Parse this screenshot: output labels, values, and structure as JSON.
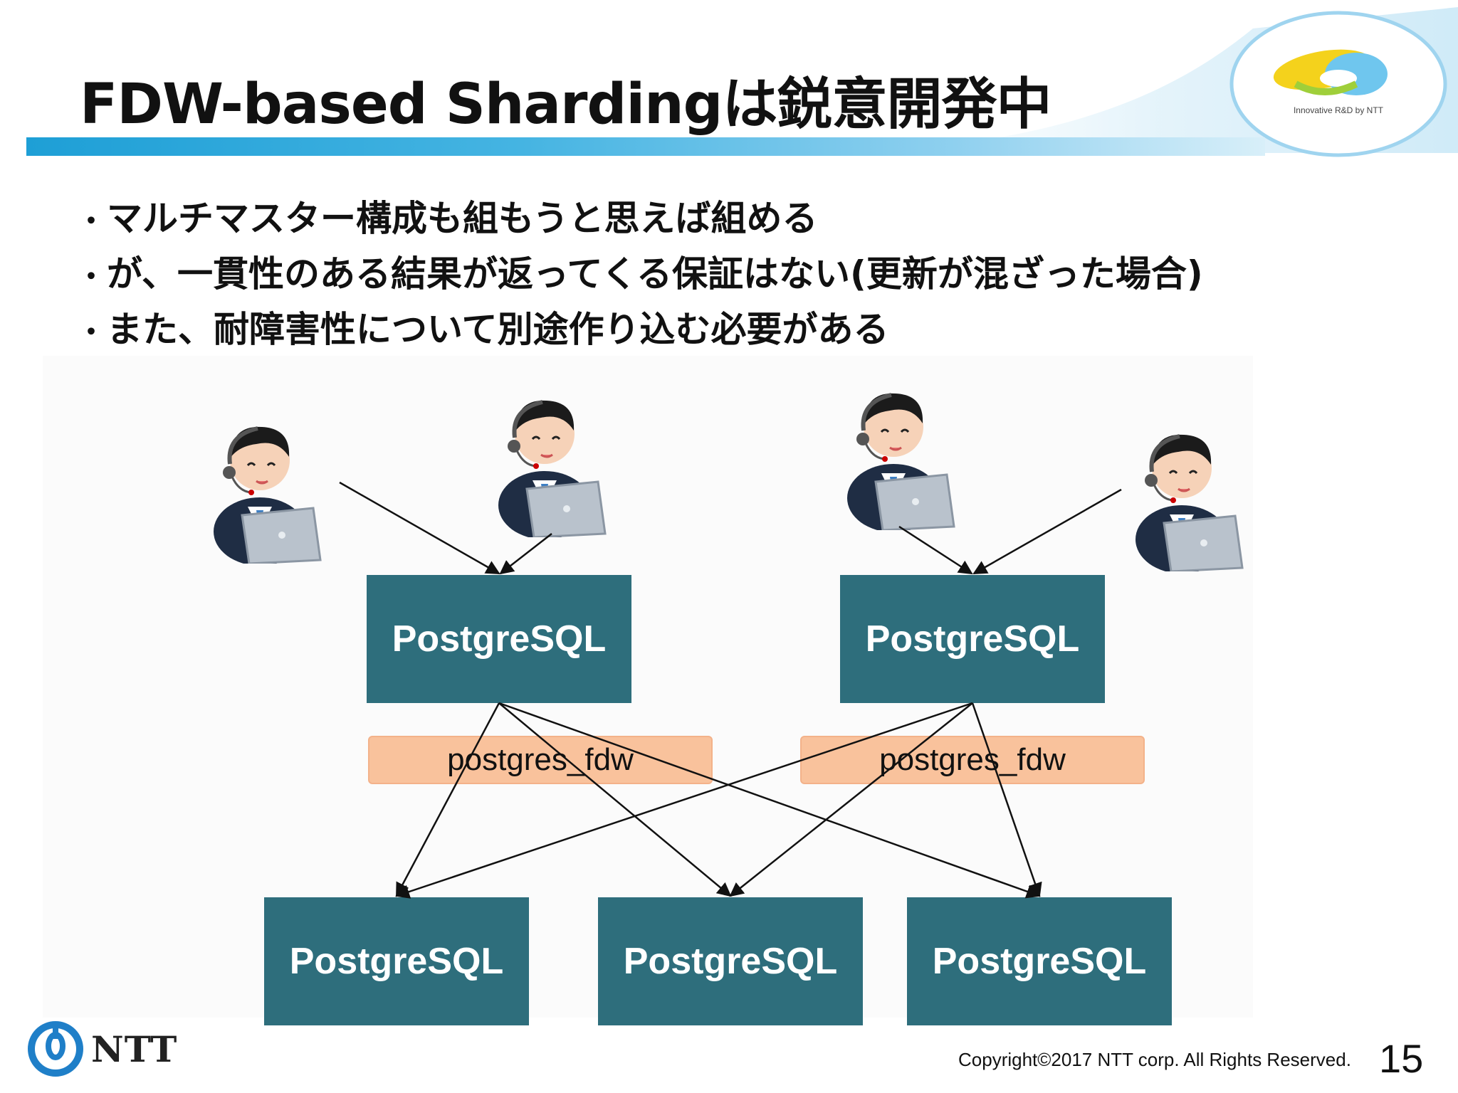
{
  "header": {
    "title": "FDW-based Shardingは鋭意開発中",
    "badge_text": "Innovative R&D by NTT"
  },
  "bullets": [
    "マルチマスター構成も組もうと思えば組める",
    "が、一貫性のある結果が返ってくる保証はない(更新が混ざった場合)",
    "また、耐障害性について別途作り込む必要がある"
  ],
  "bullet_marker": "・",
  "diagram": {
    "coordinators": [
      {
        "label": "PostgreSQL",
        "fdw_label": "postgres_fdw"
      },
      {
        "label": "PostgreSQL",
        "fdw_label": "postgres_fdw"
      }
    ],
    "shards": [
      {
        "label": "PostgreSQL"
      },
      {
        "label": "PostgreSQL"
      },
      {
        "label": "PostgreSQL"
      }
    ],
    "users_count": 4,
    "colors": {
      "node_fill": "#2e6e7c",
      "fdw_fill": "#f9c29c",
      "header_bar": "#1e9fd6"
    }
  },
  "footer": {
    "logo_text": "NTT",
    "copyright": "Copyright©2017  NTT corp. All Rights Reserved.",
    "page_number": "15"
  }
}
